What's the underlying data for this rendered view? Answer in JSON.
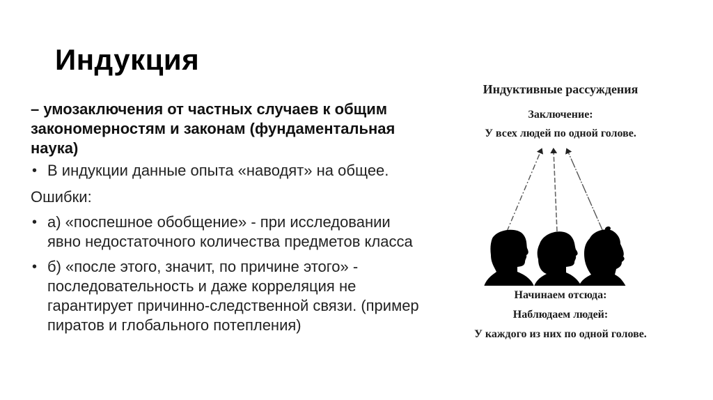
{
  "slide": {
    "title": "Индукция",
    "definition": "– умозаключения от частных случаев к общим закономерностям и законам (фундаментальная наука)",
    "bullet_1": "В индукции данные опыта «наводят» на общее.",
    "errors_label": "Ошибки:",
    "error_a": "а) «поспешное обобщение» - при исследовании явно недостаточного количества предметов класса",
    "error_b": "б) «после этого, значит, по причине этого» - последовательность и даже корреляция не гарантирует причинно-следственной связи. (пример пиратов и глобального потепления)",
    "bullet_glyph": "•"
  },
  "figure": {
    "title": "Индуктивные рассуждения",
    "conclusion_label": "Заключение:",
    "conclusion_text": "У всех людей по одной голове.",
    "start_label": "Начинаем отсюда:",
    "observe_label": "Наблюдаем людей:",
    "observation_text": "У каждого из них по одной голове.",
    "icons": [
      "head-silhouette-man",
      "head-silhouette-woman",
      "head-silhouette-elder"
    ]
  }
}
